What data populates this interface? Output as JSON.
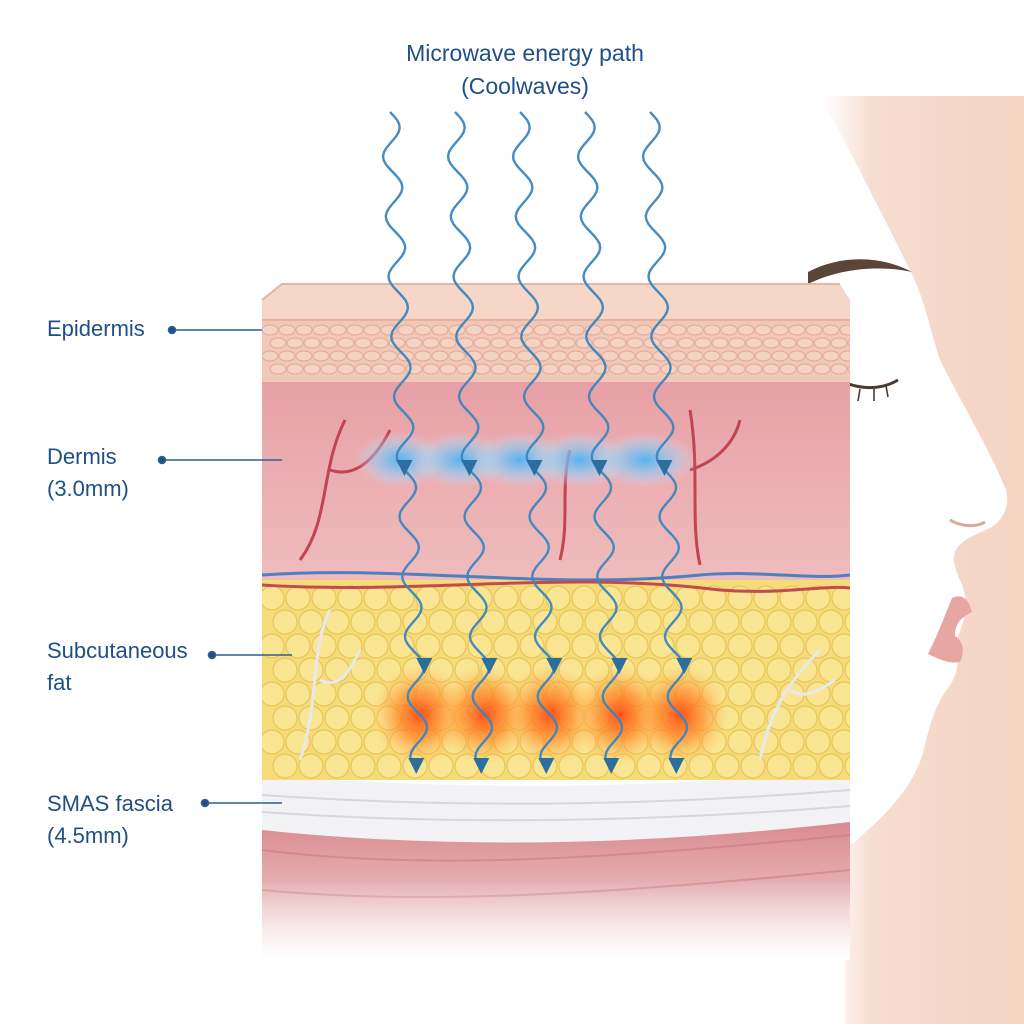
{
  "title": {
    "line1": "Microwave energy path",
    "line2": "(Coolwaves)"
  },
  "labels": [
    {
      "id": "epidermis",
      "lines": [
        "Epidermis"
      ]
    },
    {
      "id": "dermis",
      "lines": [
        "Dermis",
        "(3.0mm)"
      ]
    },
    {
      "id": "subcutaneous-fat",
      "lines": [
        "Subcutaneous",
        "fat"
      ]
    },
    {
      "id": "smas-fascia",
      "lines": [
        "SMAS fascia",
        "(4.5mm)"
      ]
    }
  ],
  "colors": {
    "label_text": "#1f4f86",
    "leader_line": "#2f5f8f",
    "wave_line": "#3a86bf",
    "arrow_head": "#2a6f9e",
    "cool_zone": "#5fb8f0",
    "heat_zone": "#ff6a1a",
    "epidermis": "#f2c8b6",
    "dermis": "#e9a9ad",
    "fat": "#f5de7a",
    "fascia": "#f4f4f6",
    "muscle": "#d98b8e",
    "face_skin": "#f6d9cb"
  },
  "diagram": {
    "wave_count": 5,
    "layers": [
      "epidermis",
      "dermis",
      "subcutaneous-fat",
      "smas-fascia",
      "muscle"
    ]
  }
}
